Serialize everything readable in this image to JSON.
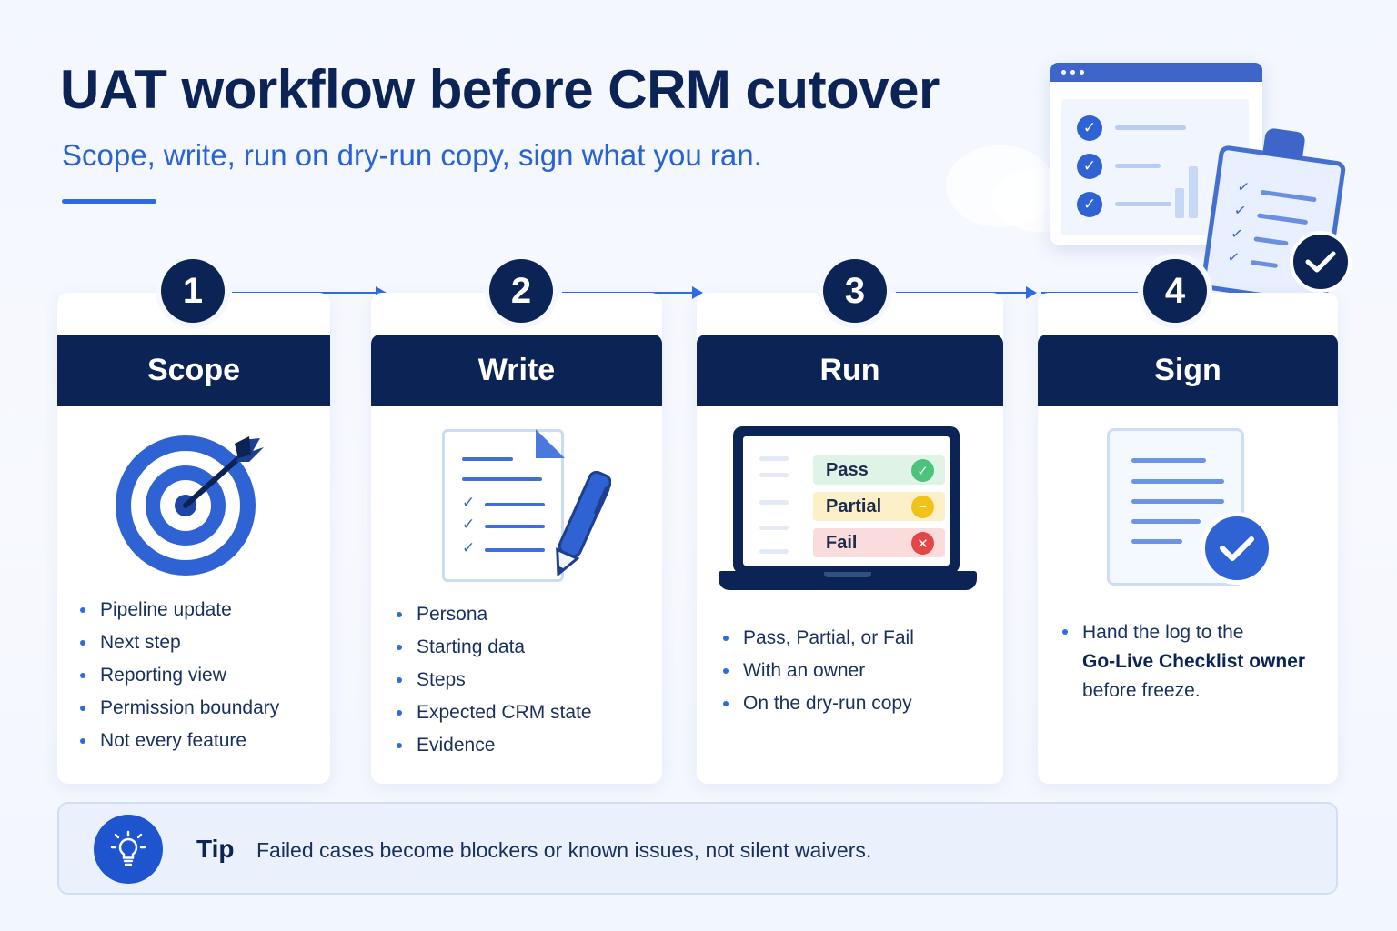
{
  "header": {
    "title": "UAT workflow before CRM cutover",
    "subtitle": "Scope, write, run on dry-run copy, sign what you ran."
  },
  "steps": [
    {
      "number": "1",
      "title": "Scope",
      "icon": "target-icon",
      "bullets": [
        "Pipeline update",
        "Next step",
        "Reporting view",
        "Permission boundary",
        "Not every feature"
      ]
    },
    {
      "number": "2",
      "title": "Write",
      "icon": "document-pen-icon",
      "bullets": [
        "Persona",
        "Starting data",
        "Steps",
        "Expected CRM state",
        "Evidence"
      ]
    },
    {
      "number": "3",
      "title": "Run",
      "icon": "laptop-results-icon",
      "statuses": [
        {
          "label": "Pass",
          "color": "#dff3e6",
          "icon_color": "#4cc27a"
        },
        {
          "label": "Partial",
          "color": "#fbf0c8",
          "icon_color": "#f2c21b"
        },
        {
          "label": "Fail",
          "color": "#fbdcdc",
          "icon_color": "#e24646"
        }
      ],
      "bullets": [
        "Pass, Partial, or Fail",
        "With an owner",
        "On the dry-run copy"
      ]
    },
    {
      "number": "4",
      "title": "Sign",
      "icon": "signed-document-icon",
      "text_pre": "Hand the log to the",
      "text_bold": "Go-Live Checklist owner",
      "text_post": "before freeze."
    }
  ],
  "tip": {
    "label": "Tip",
    "text": "Failed cases become blockers or known issues, not silent waivers."
  },
  "colors": {
    "navy": "#0c2356",
    "accent": "#2f6be0"
  }
}
